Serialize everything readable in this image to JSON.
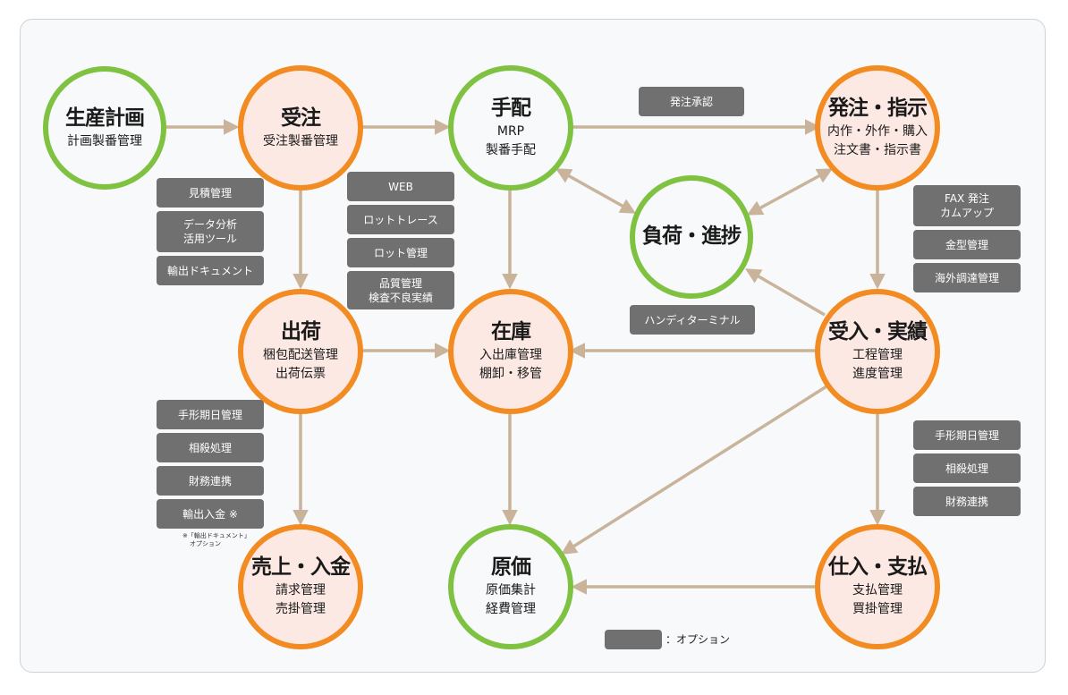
{
  "nodes": {
    "plan": {
      "title": "生産計画",
      "sub": [
        "計画製番管理"
      ]
    },
    "order": {
      "title": "受注",
      "sub": [
        "受注製番管理"
      ]
    },
    "arrange": {
      "title": "手配",
      "sub": [
        "MRP",
        "製番手配"
      ]
    },
    "purchase": {
      "title": "発注・指示",
      "sub": [
        "内作・外作・購入",
        "注文書・指示書"
      ]
    },
    "load": {
      "title": "負荷・進捗",
      "sub": []
    },
    "ship": {
      "title": "出荷",
      "sub": [
        "梱包配送管理",
        "出荷伝票"
      ]
    },
    "stock": {
      "title": "在庫",
      "sub": [
        "入出庫管理",
        "棚卸・移管"
      ]
    },
    "receive": {
      "title": "受入・実績",
      "sub": [
        "工程管理",
        "進度管理"
      ]
    },
    "sales": {
      "title": "売上・入金",
      "sub": [
        "請求管理",
        "売掛管理"
      ]
    },
    "cost": {
      "title": "原価",
      "sub": [
        "原価集計",
        "経費管理"
      ]
    },
    "pay": {
      "title": "仕入・支払",
      "sub": [
        "支払管理",
        "買掛管理"
      ]
    }
  },
  "options": {
    "approval": [
      "発注承認"
    ],
    "estimate": [
      "見積管理"
    ],
    "analysis": [
      "データ分析",
      "活用ツール"
    ],
    "export_docs": [
      "輸出ドキュメント"
    ],
    "web": [
      "WEB"
    ],
    "lot_trace": [
      "ロットトレース"
    ],
    "lot_mgmt": [
      "ロット管理"
    ],
    "quality": [
      "品質管理",
      "検査不良実績"
    ],
    "fax": [
      "FAX 発注",
      "カムアップ"
    ],
    "mold": [
      "金型管理"
    ],
    "overseas": [
      "海外調達管理"
    ],
    "handy": [
      "ハンディターミナル"
    ],
    "bill_left": [
      "手形期日管理"
    ],
    "offset_left": [
      "相殺処理"
    ],
    "finance_left": [
      "財務連携"
    ],
    "import_left": [
      "輸出入金 ※"
    ],
    "bill_right": [
      "手形期日管理"
    ],
    "offset_right": [
      "相殺処理"
    ],
    "finance_right": [
      "財務連携"
    ]
  },
  "footnote": [
    "※「輸出ドキュメント」",
    "オプション"
  ],
  "legend": {
    "label": "：オプション"
  },
  "colors": {
    "green": "#7fc241",
    "orange": "#f28c22",
    "node_fill": "#fde9e4",
    "option": "#707070",
    "arrow": "#c9b49b"
  }
}
